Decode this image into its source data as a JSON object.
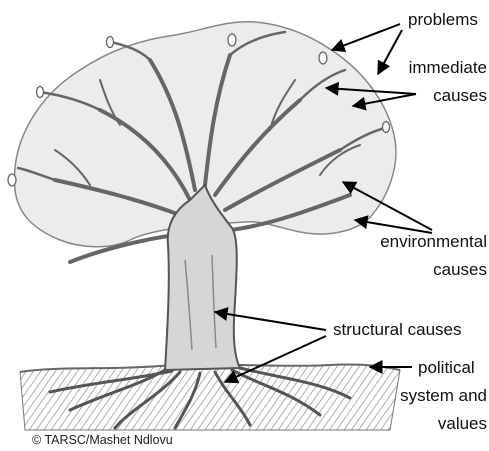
{
  "labels": {
    "problems": "problems",
    "immediate_causes_line1": "immediate",
    "immediate_causes_line2": "causes",
    "environmental_causes_line1": "environmental",
    "environmental_causes_line2": "causes",
    "structural_causes": "structural causes",
    "political_line1": "political",
    "political_line2": "system and",
    "political_line3": "values"
  },
  "credit": "© TARSC/Mashet Ndlovu",
  "colors": {
    "tree_fill": "#cfcfcf",
    "tree_stroke": "#555555",
    "ground": "#9a9a9a",
    "arrow": "#000000",
    "text": "#111111"
  }
}
